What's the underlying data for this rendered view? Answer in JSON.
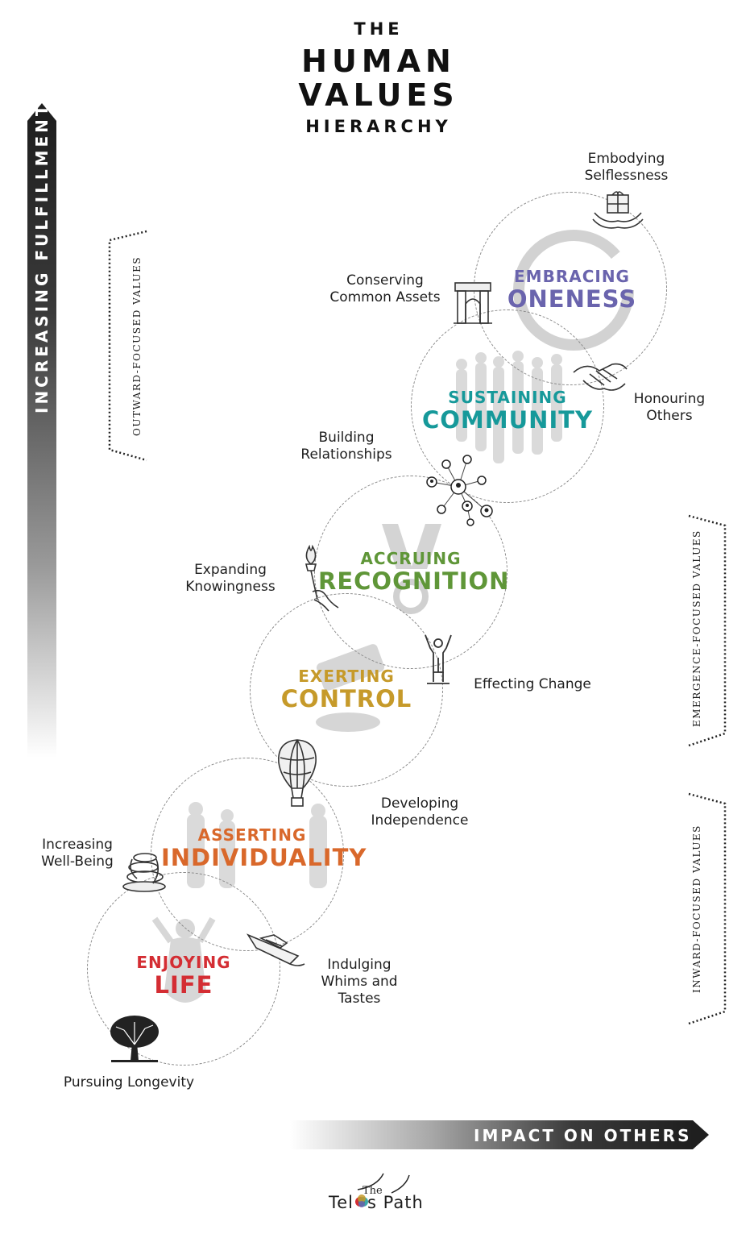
{
  "title": {
    "line1": "THE",
    "line2": "HUMAN",
    "line3": "VALUES",
    "line4": "HIERARCHY"
  },
  "axes": {
    "vertical_label": "INCREASING FULFILLMENT",
    "horizontal_label": "IMPACT ON OTHERS"
  },
  "groups": [
    {
      "label": "OUTWARD-FOCUSED VALUES"
    },
    {
      "label": "EMERGENCE-FOCUSED VALUES"
    },
    {
      "label": "INWARD-FOCUSED VALUES"
    }
  ],
  "levels": [
    {
      "line1": "EMBRACING",
      "line2": "ONENESS",
      "color": "#6a64ad"
    },
    {
      "line1": "SUSTAINING",
      "line2": "COMMUNITY",
      "color": "#16999a"
    },
    {
      "line1": "ACCRUING",
      "line2": "RECOGNITION",
      "color": "#5f9638"
    },
    {
      "line1": "EXERTING",
      "line2": "CONTROL",
      "color": "#c69a2a"
    },
    {
      "line1": "ASSERTING",
      "line2": "INDIVIDUALITY",
      "color": "#d9682b"
    },
    {
      "line1": "ENJOYING",
      "line2": "LIFE",
      "color": "#d42d33"
    }
  ],
  "values": {
    "embodying": [
      "Embodying",
      "Selflessness"
    ],
    "conserving": [
      "Conserving",
      "Common Assets"
    ],
    "honouring": [
      "Honouring",
      "Others"
    ],
    "building": [
      "Building",
      "Relationships"
    ],
    "expanding": [
      "Expanding",
      "Knowingness"
    ],
    "effecting": [
      "Effecting Change"
    ],
    "developing": [
      "Developing",
      "Independence"
    ],
    "increasing": [
      "Increasing",
      "Well-Being"
    ],
    "indulging": [
      "Indulging",
      "Whims and",
      "Tastes"
    ],
    "pursuing": [
      "Pursuing Longevity"
    ]
  },
  "logo": {
    "small": "The",
    "left": "Tel",
    "right": "s Path"
  },
  "icons": [
    "gift-hands-icon",
    "arch-icon",
    "handshake-icon",
    "network-icon",
    "torch-icon",
    "raised-arms-icon",
    "hot-air-balloon-icon",
    "spiral-sculpture-icon",
    "yacht-icon",
    "tree-icon"
  ]
}
